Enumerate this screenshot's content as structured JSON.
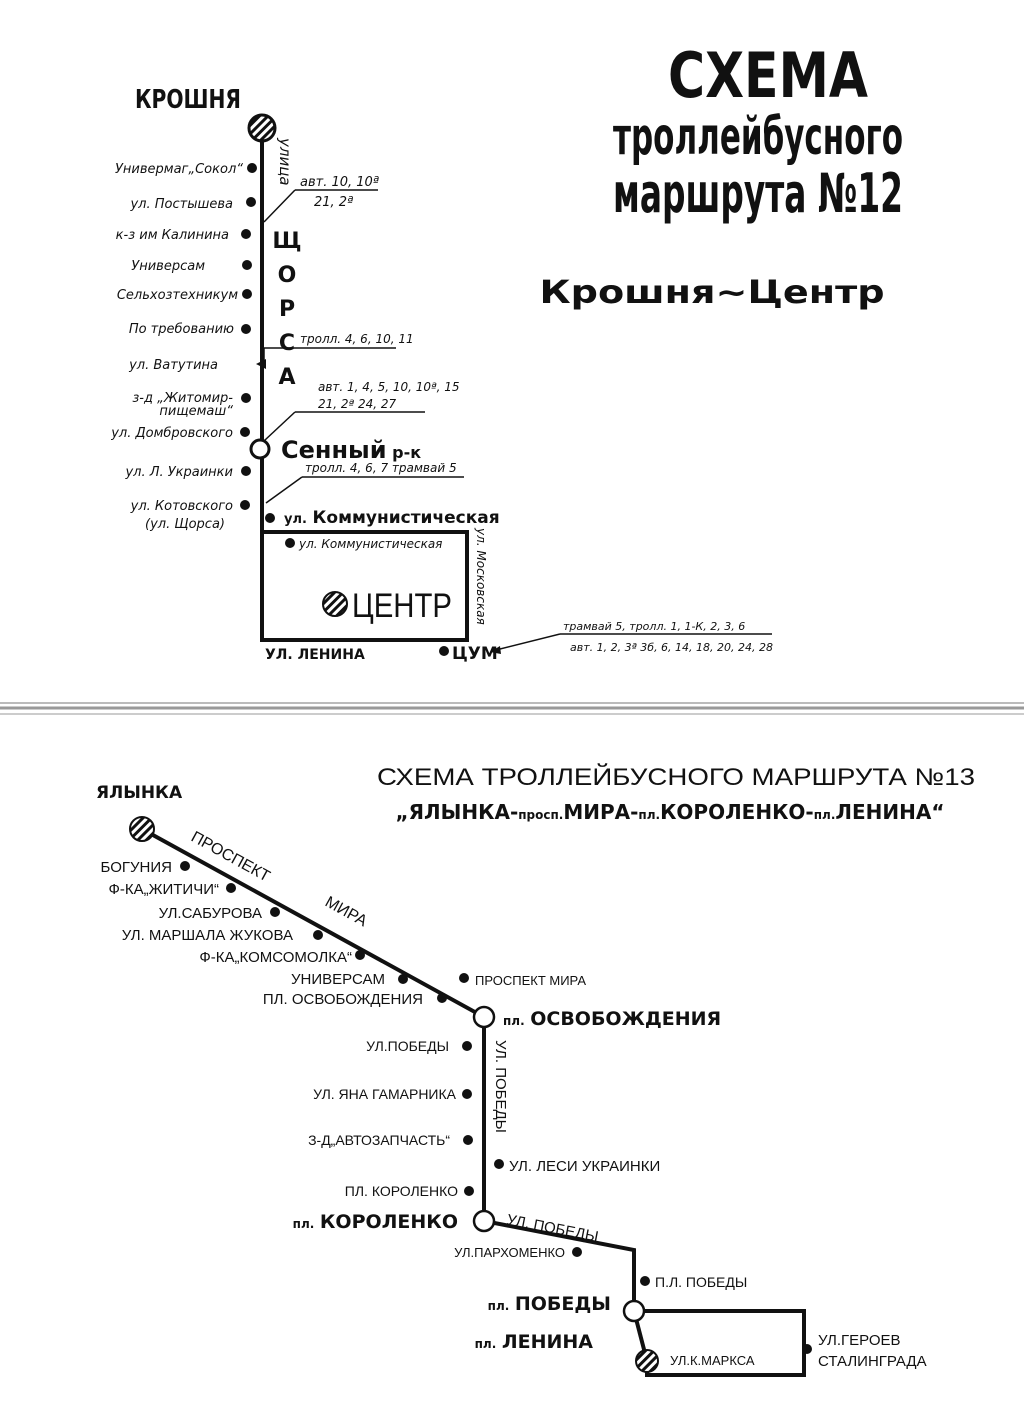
{
  "map12": {
    "title": {
      "line1": "СХЕМА",
      "line2": "троллейбусного",
      "line3": "маршрута №12"
    },
    "subtitle": "Крошня~Центр",
    "start": "КРОШНЯ",
    "street_vert1": "улица",
    "street_vert2": "ЩОРСА",
    "stops": [
      "Универмаг„Сокол“",
      "ул. Постышева",
      "к-з им Калинина",
      "Универсам",
      "Сельхозтехникум",
      "По требованию",
      "ул. Ватутина",
      "з-д „Житомир-",
      "пищемаш“",
      "ул. Домбровского",
      "ул. Л. Украинки",
      "ул. Котовского",
      "(ул. Щорса)"
    ],
    "transfer1": {
      "line1": "авт. 10, 10ª",
      "line2": "21, 2ª"
    },
    "transfer2": "тролл. 4, 6, 10, 11",
    "transfer3": {
      "line1": "авт. 1, 4, 5, 10, 10ª, 15",
      "line2": "21, 2ª 24, 27"
    },
    "transfer4": "тролл. 4, 6, 7 трамвай 5",
    "senny": {
      "big": "Сенный",
      "small": "р-к"
    },
    "kommun1": {
      "prefix": "ул.",
      "name": "Коммунистическая"
    },
    "kommun2": "ул. Коммунистическая",
    "moskovskaya": "ул. Московская",
    "center": "ЦЕНТР",
    "lenina": "УЛ. ЛЕНИНА",
    "tsum": "ЦУМ",
    "tsum_transfer": {
      "line1": "трамвай 5, тролл. 1, 1-К, 2, 3, 6",
      "line2": "авт. 1, 2, 3ª 3б, 6, 14, 18, 20, 24, 28"
    }
  },
  "map13": {
    "title": "СХЕМА ТРОЛЛЕЙБУСНОГО МАРШРУТА №13",
    "subtitle": {
      "p1": "„ЯЛЫНКА-",
      "p2": "просп.",
      "p3": "МИРА-",
      "p4": "пл.",
      "p5": "КОРОЛЕНКО-",
      "p6": "пл.",
      "p7": "ЛЕНИНА“"
    },
    "start": "ЯЛЫНКА",
    "street_prospekt": "ПРОСПЕКТ",
    "street_mira": "МИРА",
    "stops_left": [
      "БОГУНИЯ",
      "Ф-КА„ЖИТИЧИ“",
      "УЛ.САБУРОВА",
      "УЛ. МАРШАЛА ЖУКОВА",
      "Ф-КА„КОМСОМОЛКА“",
      "УНИВЕРСАМ",
      "ПЛ. ОСВОБОЖДЕНИЯ"
    ],
    "prospekt_mira_stop": "ПРОСПЕКТ МИРА",
    "osvob": {
      "prefix": "пл.",
      "name": "ОСВОБОЖДЕНИЯ"
    },
    "street_pobedy_vert": "УЛ. ПОБЕДЫ",
    "stops_mid": [
      "УЛ.ПОБЕДЫ",
      "УЛ. ЯНА ГАМАРНИКА",
      "З-Д„АВТОЗАПЧАСТЬ“",
      "ПЛ. КОРОЛЕНКО"
    ],
    "lesi": "УЛ. ЛЕСИ УКРАИНКИ",
    "korolenko": {
      "prefix": "пл.",
      "name": "КОРОЛЕНКО"
    },
    "street_pobedy_diag": "УЛ. ПОБЕДЫ",
    "parkhomenko": "УЛ.ПАРХОМЕНКО",
    "pl_pobedy_stop": "П.Л. ПОБЕДЫ",
    "pobedy": {
      "prefix": "пл.",
      "name": "ПОБЕДЫ"
    },
    "lenina": {
      "prefix": "пл.",
      "name": "ЛЕНИНА"
    },
    "marksa": "УЛ.К.МАРКСА",
    "geroev": {
      "line1": "УЛ.ГЕРОЕВ",
      "line2": "СТАЛИНГРАДА"
    }
  },
  "colors": {
    "ink": "#111111",
    "divider": "#bbbbbb",
    "paper": "#ffffff"
  }
}
